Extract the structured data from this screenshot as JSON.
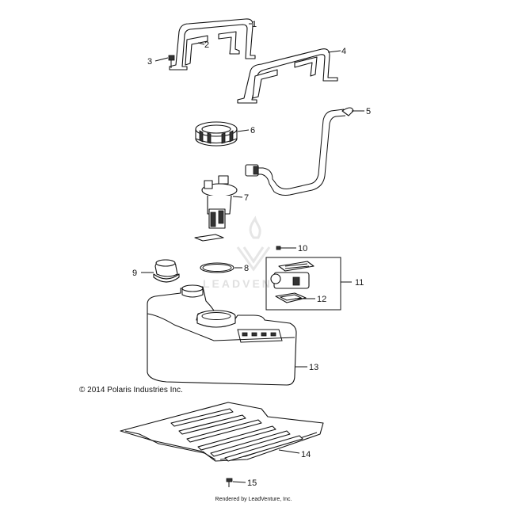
{
  "diagram": {
    "callouts": [
      "1",
      "2",
      "3",
      "4",
      "5",
      "6",
      "7",
      "8",
      "9",
      "10",
      "11",
      "12",
      "13",
      "14",
      "15"
    ],
    "copyright": "© 2014 Polaris Industries Inc.",
    "footer": "Rendered by LeadVenture, Inc.",
    "watermark": "LEADVENTURE"
  }
}
